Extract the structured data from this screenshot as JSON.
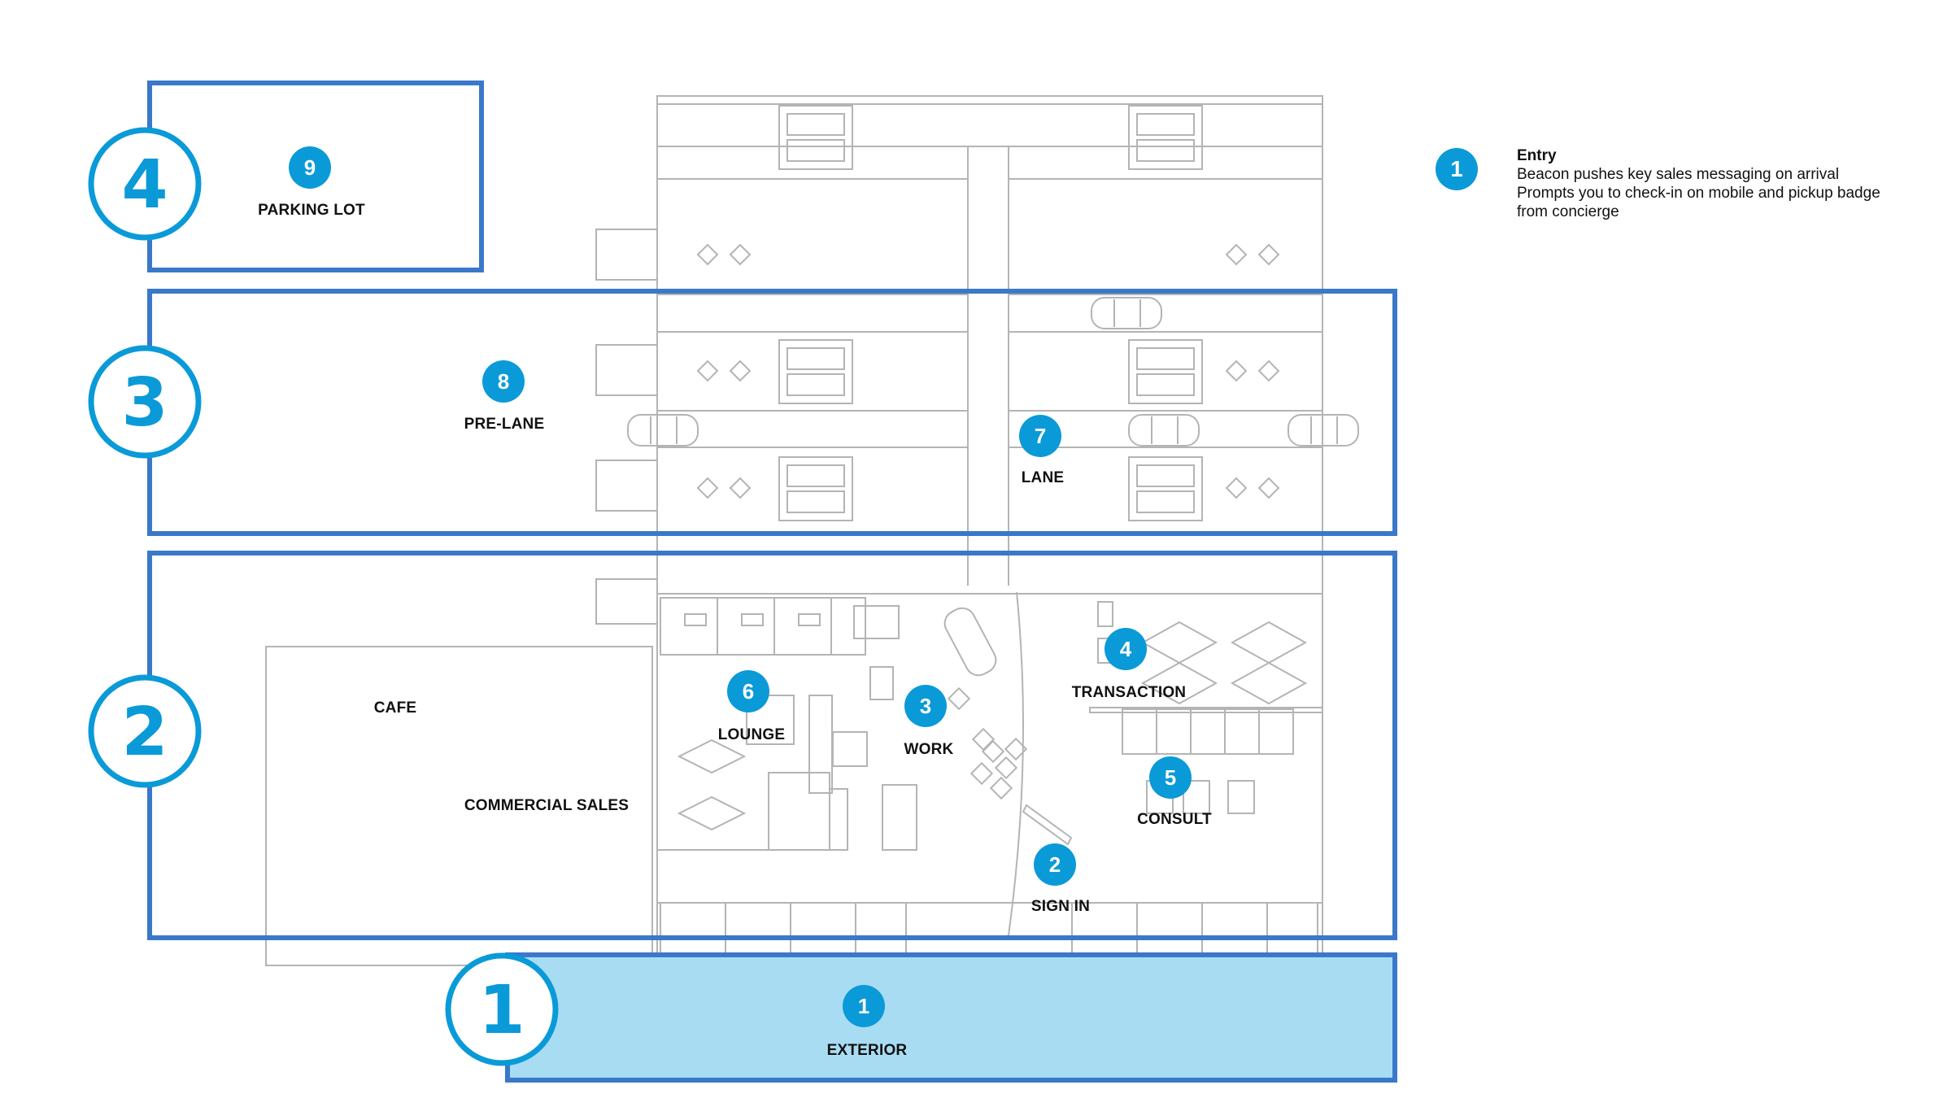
{
  "zones": [
    {
      "number": "4",
      "name": "zone-4"
    },
    {
      "number": "3",
      "name": "zone-3"
    },
    {
      "number": "2",
      "name": "zone-2"
    },
    {
      "number": "1",
      "name": "zone-1"
    }
  ],
  "areas": {
    "parking_lot": "PARKING LOT",
    "pre_lane": "PRE-LANE",
    "lane": "LANE",
    "cafe": "CAFE",
    "commercial_sales": "COMMERCIAL SALES",
    "lounge": "LOUNGE",
    "work": "WORK",
    "transaction": "TRANSACTION",
    "consult": "CONSULT",
    "sign_in": "SIGN IN",
    "exterior": "EXTERIOR"
  },
  "badges": {
    "exterior": "1",
    "sign_in": "2",
    "work": "3",
    "transaction": "4",
    "consult": "5",
    "lounge": "6",
    "lane": "7",
    "pre_lane": "8",
    "parking_lot": "9"
  },
  "legend": {
    "badge": "1",
    "title": "Entry",
    "lines": [
      "Beacon pushes key sales messaging on arrival",
      "Prompts you to check-in on mobile and pickup badge from concierge"
    ]
  },
  "colors": {
    "accent": "#0a9ad8",
    "zone_border": "#3a78c9",
    "exterior_fill": "#a8dcf3",
    "plan_lines": "#b4b4b4"
  }
}
